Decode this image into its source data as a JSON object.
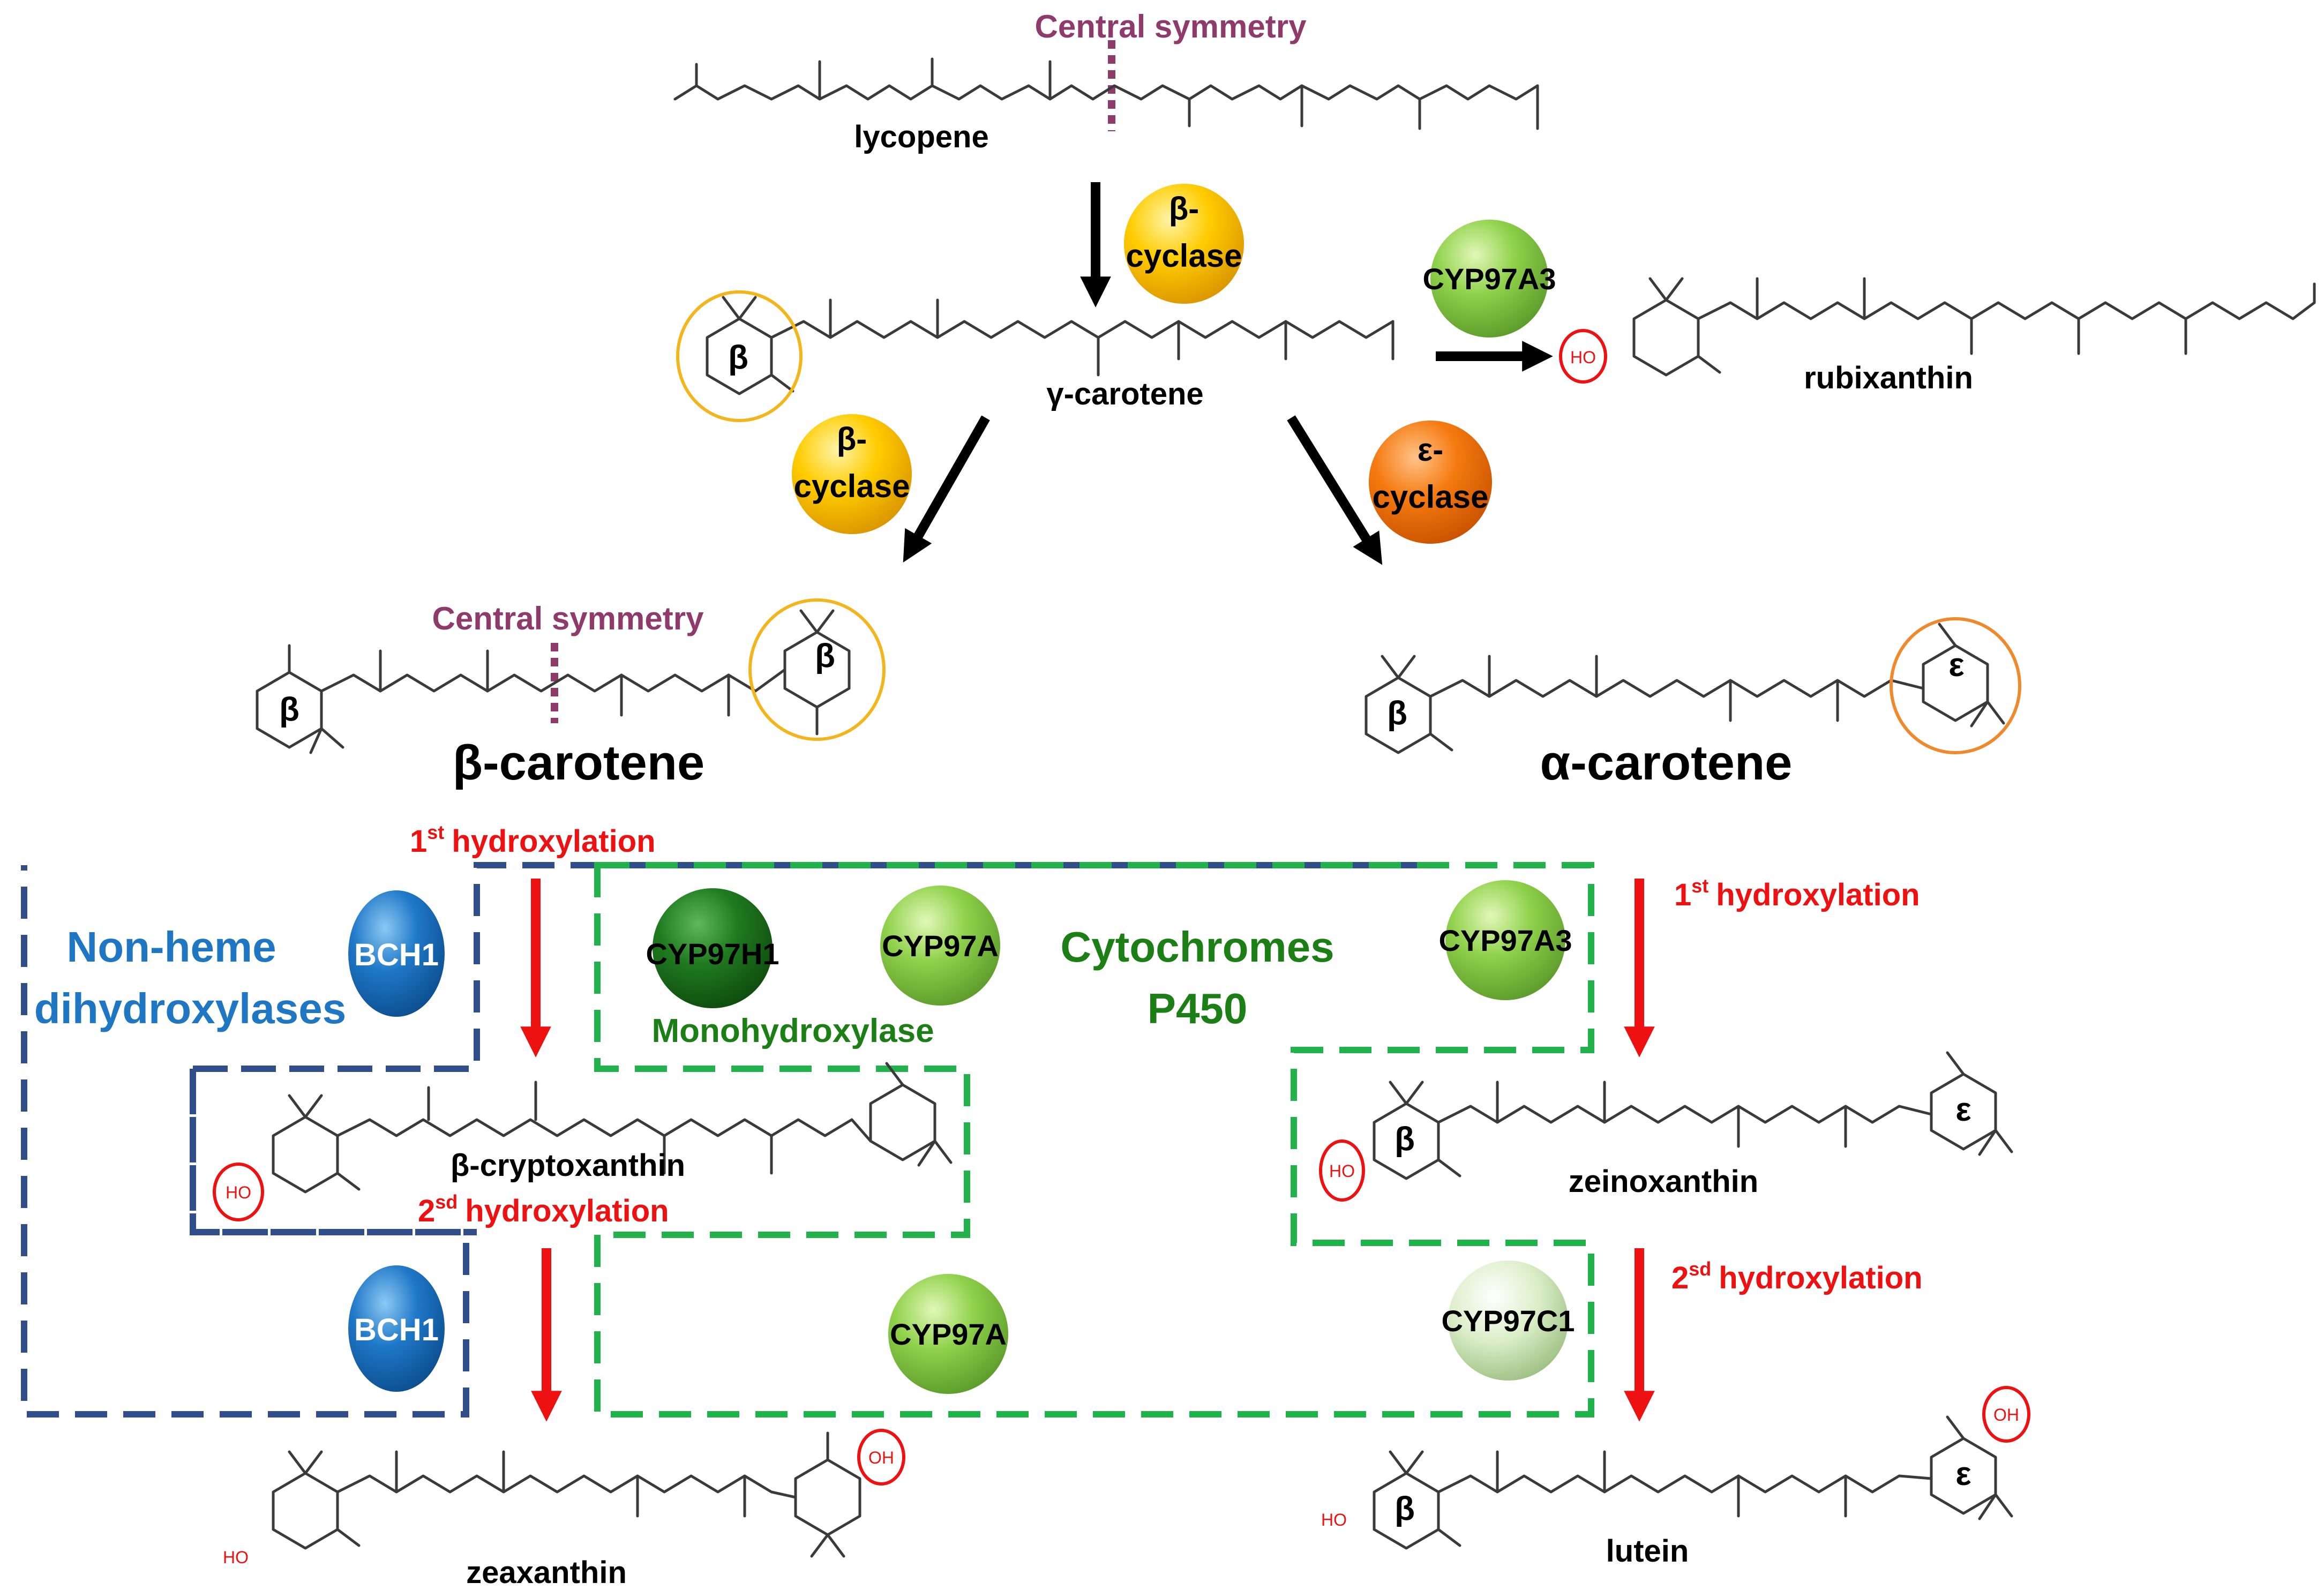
{
  "colors": {
    "symmetry": "#8e3a6a",
    "red": "#ee1111",
    "blue_text": "#1f77c4",
    "green_text": "#1c7f16",
    "box_blue": "#2f4e8a",
    "box_green": "#22b24c",
    "cyclase_yellow": "#f5b800",
    "cyclase_orange": "#f07000",
    "beta_ring": "#f2b51c",
    "epsilon_ring": "#ef8a2c"
  },
  "labels": {
    "central_symmetry_top": "Central symmetry",
    "central_symmetry_beta": "Central symmetry",
    "lycopene": "lycopene",
    "gamma_carotene": "γ-carotene",
    "rubixanthin": "rubixanthin",
    "beta_carotene": "β-carotene",
    "alpha_carotene": "α-carotene",
    "beta_cryptoxanthin": "β-cryptoxanthin",
    "zeinoxanthin": "zeinoxanthin",
    "zeaxanthin": "zeaxanthin",
    "lutein": "lutein",
    "first_hydroxylation_left": "hydroxylation",
    "first_hydroxylation_right": "hydroxylation",
    "second_hydroxylation_left": "hydroxylation",
    "second_hydroxylation_right": "hydroxylation",
    "ordinal_first": "1",
    "ordinal_first_sup": "st",
    "ordinal_second": "2",
    "ordinal_second_sup": "sd",
    "non_heme_line1": "Non-heme",
    "non_heme_line2": "dihydroxylases",
    "cyt_line1": "Cytochromes",
    "cyt_line2": "P450",
    "monohydroxylase": "Monohydroxylase"
  },
  "enzymes": {
    "beta_cyclase_top_l1": "β-",
    "beta_cyclase_top_l2": "cyclase",
    "beta_cyclase_left_l1": "β-",
    "beta_cyclase_left_l2": "cyclase",
    "epsilon_cyclase_l1": "ε-",
    "epsilon_cyclase_l2": "cyclase",
    "cyp97a3_top": "CYP97A3",
    "cyp97a3_mid": "CYP97A3",
    "cyp97h1": "CYP97H1",
    "cyp97a_top": "CYP97A",
    "cyp97a_bottom": "CYP97A",
    "cyp97c1": "CYP97C1",
    "bch1_top": "BCH1",
    "bch1_bottom": "BCH1"
  },
  "ring_marks": {
    "beta": "β",
    "epsilon": "ε",
    "ho": "HO",
    "oh": "OH"
  }
}
